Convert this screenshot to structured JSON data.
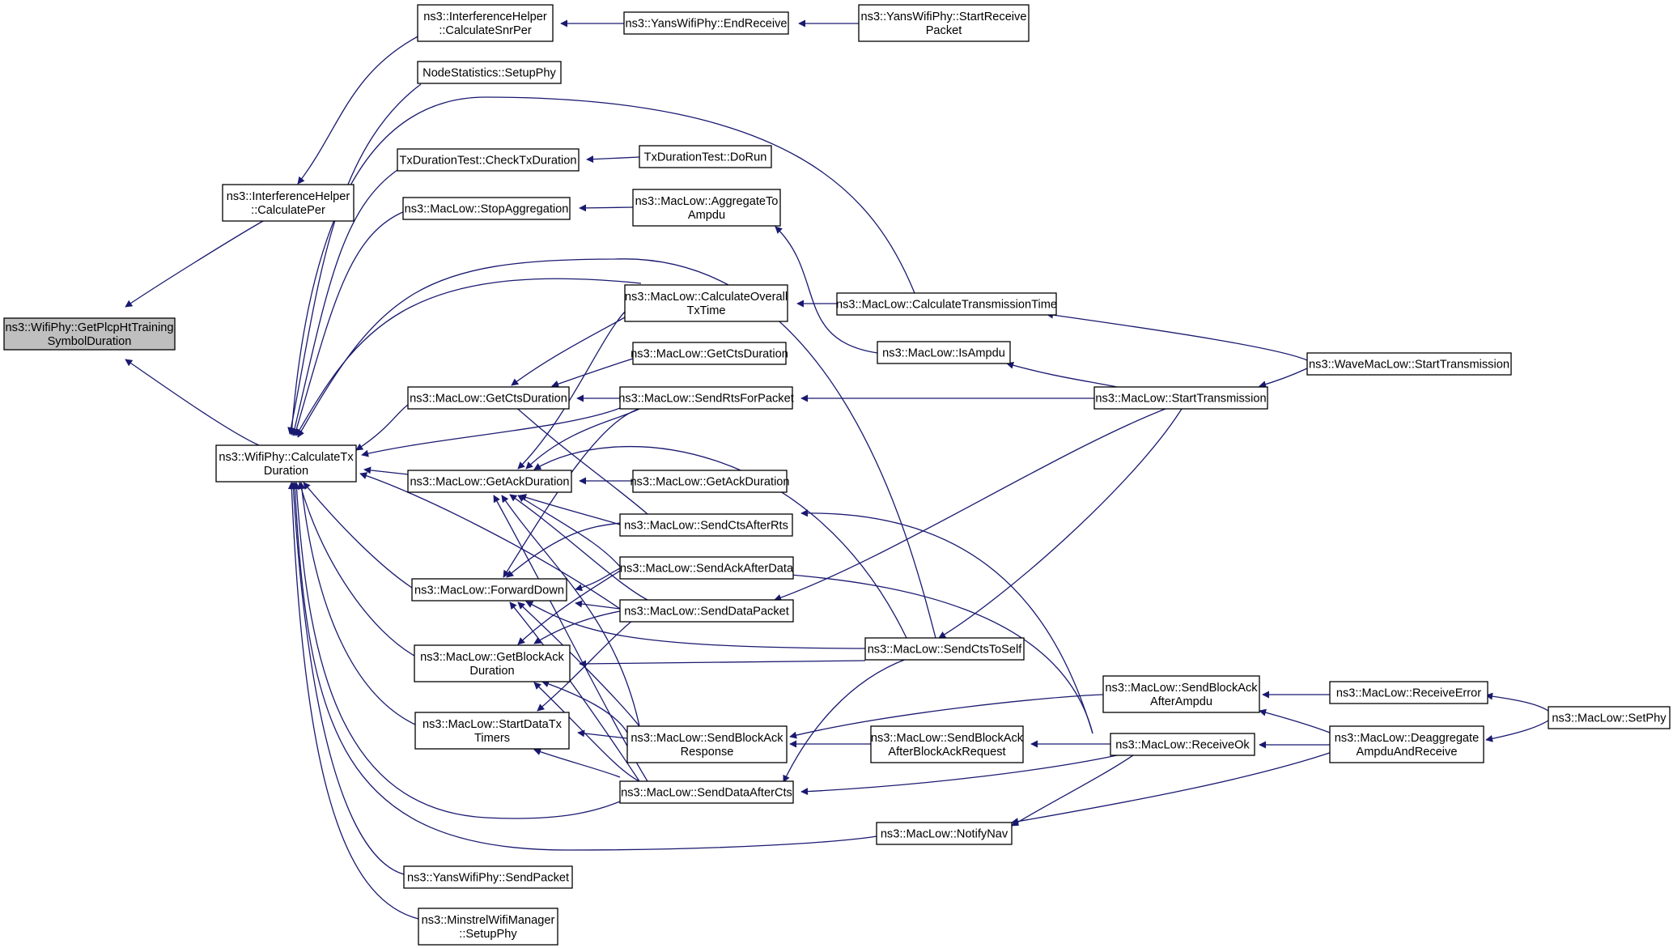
{
  "nodes": [
    {
      "id": "root",
      "lines": [
        "ns3::WifiPhy::GetPlcpHtTraining",
        "SymbolDuration"
      ],
      "root": true
    },
    {
      "id": "calcPer",
      "lines": [
        "ns3::InterferenceHelper",
        "::CalculatePer"
      ]
    },
    {
      "id": "calcTx",
      "lines": [
        "ns3::WifiPhy::CalculateTx",
        "Duration"
      ]
    },
    {
      "id": "calcSnrPer",
      "lines": [
        "ns3::InterferenceHelper",
        "::CalculateSnrPer"
      ]
    },
    {
      "id": "endReceive",
      "lines": [
        "ns3::YansWifiPhy::EndReceive"
      ]
    },
    {
      "id": "startReceive",
      "lines": [
        "ns3::YansWifiPhy::StartReceive",
        "Packet"
      ]
    },
    {
      "id": "nodeStats",
      "lines": [
        "NodeStatistics::SetupPhy"
      ]
    },
    {
      "id": "checkTx",
      "lines": [
        "TxDurationTest::CheckTxDuration"
      ]
    },
    {
      "id": "doRun",
      "lines": [
        "TxDurationTest::DoRun"
      ]
    },
    {
      "id": "stopAgg",
      "lines": [
        "ns3::MacLow::StopAggregation"
      ]
    },
    {
      "id": "aggToAmpdu",
      "lines": [
        "ns3::MacLow::AggregateTo",
        "Ampdu"
      ]
    },
    {
      "id": "calcOverall",
      "lines": [
        "ns3::MacLow::CalculateOverall",
        "TxTime"
      ]
    },
    {
      "id": "calcTransTime",
      "lines": [
        "ns3::MacLow::CalculateTransmissionTime"
      ]
    },
    {
      "id": "getCtsDur2",
      "lines": [
        "ns3::MacLow::GetCtsDuration"
      ]
    },
    {
      "id": "isAmpdu",
      "lines": [
        "ns3::MacLow::IsAmpdu"
      ]
    },
    {
      "id": "waveStart",
      "lines": [
        "ns3::WaveMacLow::StartTransmission"
      ]
    },
    {
      "id": "getCtsDur",
      "lines": [
        "ns3::MacLow::GetCtsDuration"
      ]
    },
    {
      "id": "sendRts",
      "lines": [
        "ns3::MacLow::SendRtsForPacket"
      ]
    },
    {
      "id": "startTrans",
      "lines": [
        "ns3::MacLow::StartTransmission"
      ]
    },
    {
      "id": "getAckDur",
      "lines": [
        "ns3::MacLow::GetAckDuration"
      ]
    },
    {
      "id": "getAckDur2",
      "lines": [
        "ns3::MacLow::GetAckDuration"
      ]
    },
    {
      "id": "sendCtsAfterRts",
      "lines": [
        "ns3::MacLow::SendCtsAfterRts"
      ]
    },
    {
      "id": "sendAckAfterData",
      "lines": [
        "ns3::MacLow::SendAckAfterData"
      ]
    },
    {
      "id": "forwardDown",
      "lines": [
        "ns3::MacLow::ForwardDown"
      ]
    },
    {
      "id": "sendDataPacket",
      "lines": [
        "ns3::MacLow::SendDataPacket"
      ]
    },
    {
      "id": "sendCtsToSelf",
      "lines": [
        "ns3::MacLow::SendCtsToSelf"
      ]
    },
    {
      "id": "getBlockAckDur",
      "lines": [
        "ns3::MacLow::GetBlockAck",
        "Duration"
      ]
    },
    {
      "id": "sendBAAfterAmpdu",
      "lines": [
        "ns3::MacLow::SendBlockAck",
        "AfterAmpdu"
      ]
    },
    {
      "id": "receiveError",
      "lines": [
        "ns3::MacLow::ReceiveError"
      ]
    },
    {
      "id": "setPhy",
      "lines": [
        "ns3::MacLow::SetPhy"
      ]
    },
    {
      "id": "startDataTx",
      "lines": [
        "ns3::MacLow::StartDataTx",
        "Timers"
      ]
    },
    {
      "id": "sendBAResp",
      "lines": [
        "ns3::MacLow::SendBlockAck",
        "Response"
      ]
    },
    {
      "id": "sendBAAfterBAR",
      "lines": [
        "ns3::MacLow::SendBlockAck",
        "AfterBlockAckRequest"
      ]
    },
    {
      "id": "receiveOk",
      "lines": [
        "ns3::MacLow::ReceiveOk"
      ]
    },
    {
      "id": "deaggregate",
      "lines": [
        "ns3::MacLow::Deaggregate",
        "AmpduAndReceive"
      ]
    },
    {
      "id": "sendDataAfterCts",
      "lines": [
        "ns3::MacLow::SendDataAfterCts"
      ]
    },
    {
      "id": "notifyNav",
      "lines": [
        "ns3::MacLow::NotifyNav"
      ]
    },
    {
      "id": "yansSendPacket",
      "lines": [
        "ns3::YansWifiPhy::SendPacket"
      ]
    },
    {
      "id": "minstrel",
      "lines": [
        "ns3::MinstrelWifiManager",
        "::SetupPhy"
      ]
    }
  ]
}
